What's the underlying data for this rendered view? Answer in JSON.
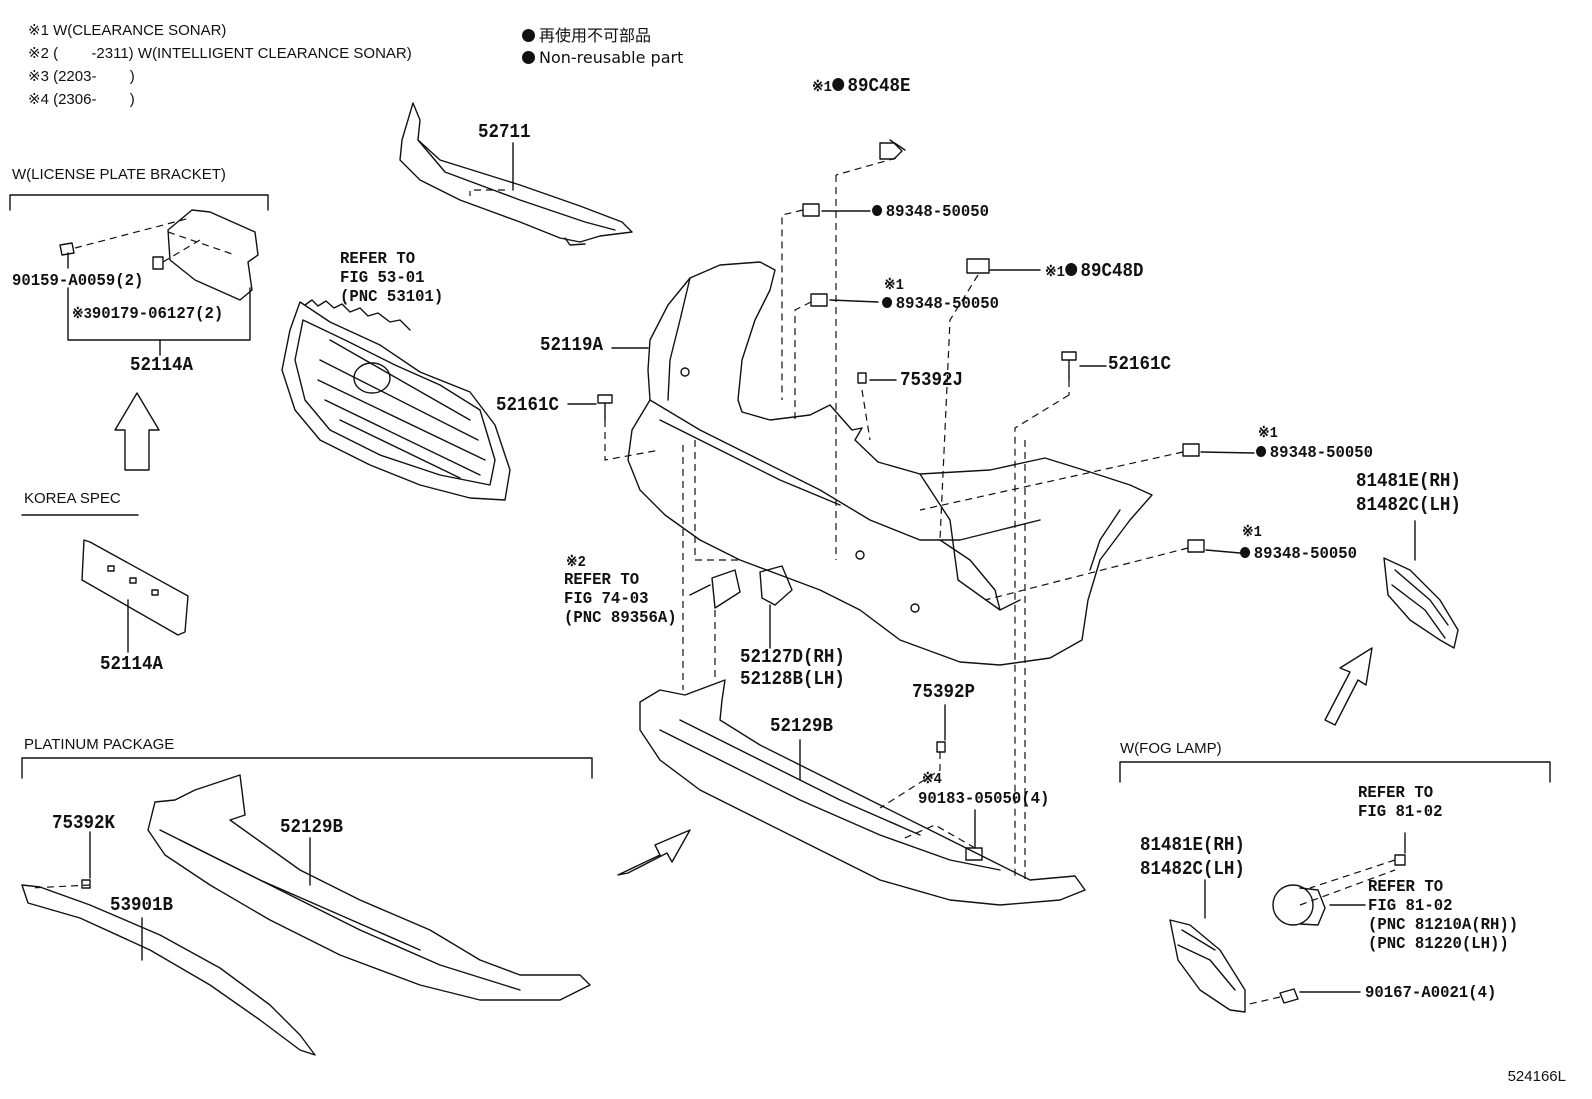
{
  "notes": {
    "n1": "※1 W(CLEARANCE SONAR)",
    "n2": "※2 (        -2311) W(INTELLIGENT CLEARANCE SONAR)",
    "n3": "※3 (2203-        )",
    "n4": "※4 (2306-        )"
  },
  "legend": {
    "line1": "再使用不可部品",
    "line2": "Non-reusable part"
  },
  "sections": {
    "license": "W(LICENSE PLATE BRACKET)",
    "korea": "KOREA SPEC",
    "platinum": "PLATINUM PACKAGE",
    "fog": "W(FOG LAMP)"
  },
  "parts": {
    "p52711": "52711",
    "p89C48E": "89C48E",
    "p89C48E_note": "※1",
    "p89348_a": "89348-50050",
    "p89348_b": "89348-50050",
    "p89348_b_note": "※1",
    "p89C48D": "89C48D",
    "p89C48D_note": "※1",
    "p52119A": "52119A",
    "p52161C_l": "52161C",
    "p52161C_r": "52161C",
    "p75392J": "75392J",
    "p89348_c": "89348-50050",
    "p89348_c_note": "※1",
    "p89348_d": "89348-50050",
    "p89348_d_note": "※1",
    "p81481E_top": "81481E(RH)",
    "p81482C_top": "81482C(LH)",
    "p52127D": "52127D(RH)",
    "p52128B": "52128B(LH)",
    "p75392P": "75392P",
    "p52129B_main": "52129B",
    "p90183_note": "※4",
    "p90183": "90183-05050(4)",
    "p90159": "90159-A0059(2)",
    "p90179_note": "※3",
    "p90179": "90179-06127(2)",
    "p52114A_top": "52114A",
    "p52114A_korea": "52114A",
    "p75392K": "75392K",
    "p52129B_plat": "52129B",
    "p53901B": "53901B",
    "p81481E_fog": "81481E(RH)",
    "p81482C_fog": "81482C(LH)",
    "p90167": "90167-A0021(4)"
  },
  "refers": {
    "grille_l1": "REFER TO",
    "grille_l2": "FIG 53-01",
    "grille_l3": "(PNC 53101)",
    "sonar_note": "※2",
    "sonar_l1": "REFER TO",
    "sonar_l2": "FIG 74-03",
    "sonar_l3": "(PNC 89356A)",
    "fog1_l1": "REFER TO",
    "fog1_l2": "FIG 81-02",
    "fog2_l1": "REFER TO",
    "fog2_l2": "FIG 81-02",
    "fog2_l3": "(PNC 81210A(RH))",
    "fog2_l4": "(PNC 81220(LH))"
  },
  "figure_id": "524166L"
}
